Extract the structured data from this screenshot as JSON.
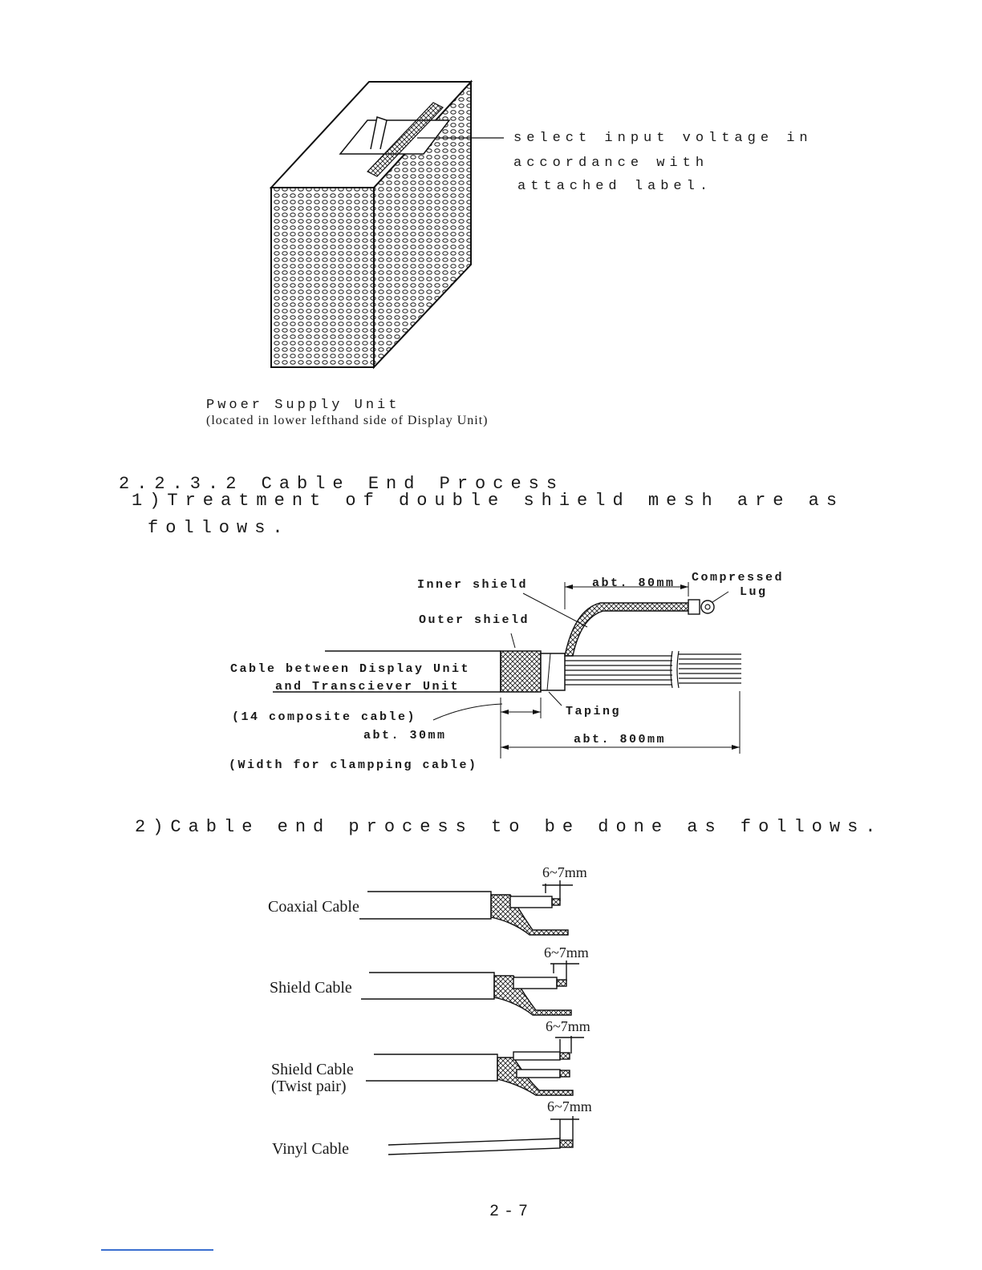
{
  "psu": {
    "note_lines": [
      "select input voltage in",
      "accordance with",
      "attached label."
    ],
    "caption_title": "Pwoer Supply Unit",
    "caption_sub": "(located in lower lefthand side of Display Unit)"
  },
  "section": {
    "heading": "2.2.3.2 Cable End Process",
    "item1_line1": "1)Treatment of double shield mesh are as",
    "item1_line2": "follows.",
    "item2": "2)Cable end process to be done as follows."
  },
  "shield_diagram": {
    "inner_shield": "Inner shield",
    "outer_shield": "Outer shield",
    "abt_80": "abt. 80mm",
    "compressed": "Compressed",
    "lug": "Lug",
    "cable_line1": "Cable between Display Unit",
    "cable_line2": "and Transciever Unit",
    "composite": "(14 composite cable)",
    "taping": "Taping",
    "abt_30": "abt. 30mm",
    "abt_800": "abt. 800mm",
    "width_clamp": "(Width for clampping cable)"
  },
  "cable_ends": [
    {
      "label": "Coaxial Cable",
      "dim": "6~7mm"
    },
    {
      "label": "Shield Cable",
      "dim": "6~7mm"
    },
    {
      "label": "Shield Cable",
      "label2": "(Twist pair)",
      "dim": "6~7mm"
    },
    {
      "label": "Vinyl Cable",
      "dim": "6~7mm"
    }
  ],
  "page_number": "2-7"
}
